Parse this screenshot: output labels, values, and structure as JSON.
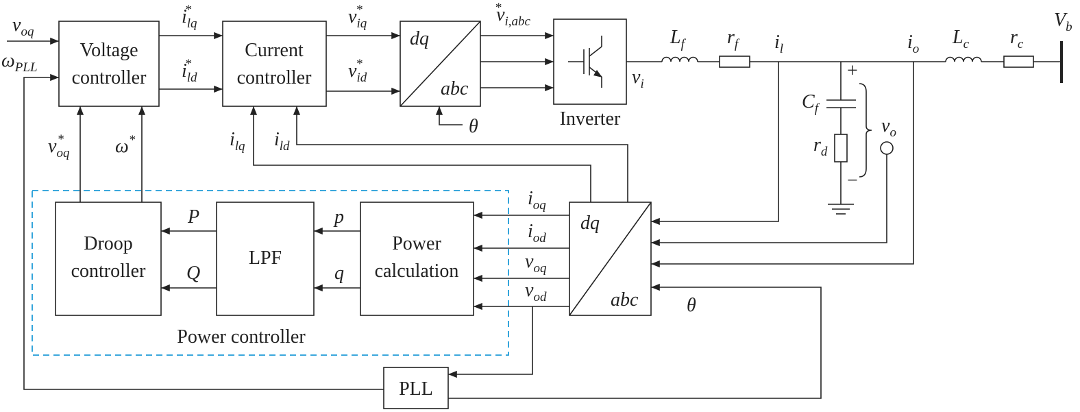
{
  "blocks": {
    "voltage_controller": [
      "Voltage",
      "controller"
    ],
    "current_controller": [
      "Current",
      "controller"
    ],
    "dq_abc_top": {
      "top": "dq",
      "bottom": "abc"
    },
    "inverter": "Inverter",
    "droop_controller": [
      "Droop",
      "controller"
    ],
    "lpf": "LPF",
    "power_calculation": [
      "Power",
      "calculation"
    ],
    "dq_abc_bottom": {
      "top": "dq",
      "bottom": "abc"
    },
    "pll": "PLL",
    "power_controller_group": "Power controller"
  },
  "signals": {
    "v_oq_in": {
      "base": "v",
      "sub": "oq"
    },
    "omega_pll": {
      "base": "ω",
      "sub": "PLL"
    },
    "i_lq_ref": {
      "base": "i",
      "sub": "lq",
      "sup": "*"
    },
    "i_ld_ref": {
      "base": "i",
      "sub": "ld",
      "sup": "*"
    },
    "v_iq_ref": {
      "base": "v",
      "sub": "iq",
      "sup": "*"
    },
    "v_id_ref": {
      "base": "v",
      "sub": "id",
      "sup": "*"
    },
    "v_iabc_ref": {
      "base": "v",
      "sub": "i,abc",
      "sup": "*"
    },
    "theta_top": {
      "base": "θ"
    },
    "v_oq_ref": {
      "base": "v",
      "sub": "oq",
      "sup": "*"
    },
    "omega_ref": {
      "base": "ω",
      "sup": "*"
    },
    "i_lq_fb": {
      "base": "i",
      "sub": "lq"
    },
    "i_ld_fb": {
      "base": "i",
      "sub": "ld"
    },
    "P": {
      "base": "P"
    },
    "Q": {
      "base": "Q"
    },
    "p": {
      "base": "p"
    },
    "q": {
      "base": "q"
    },
    "i_oq": {
      "base": "i",
      "sub": "oq"
    },
    "i_od": {
      "base": "i",
      "sub": "od"
    },
    "v_oq": {
      "base": "v",
      "sub": "oq"
    },
    "v_od": {
      "base": "v",
      "sub": "od"
    },
    "theta_bottom": {
      "base": "θ"
    },
    "v_i": {
      "base": "v",
      "sub": "i"
    },
    "L_f": {
      "base": "L",
      "sub": "f"
    },
    "r_f": {
      "base": "r",
      "sub": "f"
    },
    "i_l": {
      "base": "i",
      "sub": "l"
    },
    "i_o": {
      "base": "i",
      "sub": "o"
    },
    "L_c": {
      "base": "L",
      "sub": "c"
    },
    "r_c": {
      "base": "r",
      "sub": "c"
    },
    "V_b": {
      "base": "V",
      "sub": "b"
    },
    "C_f": {
      "base": "C",
      "sub": "f"
    },
    "r_d": {
      "base": "r",
      "sub": "d"
    },
    "v_o": {
      "base": "v",
      "sub": "o"
    },
    "plus": "+",
    "minus": "−"
  },
  "colors": {
    "line": "#222222",
    "power_controller_border": "#1e9bd7"
  }
}
